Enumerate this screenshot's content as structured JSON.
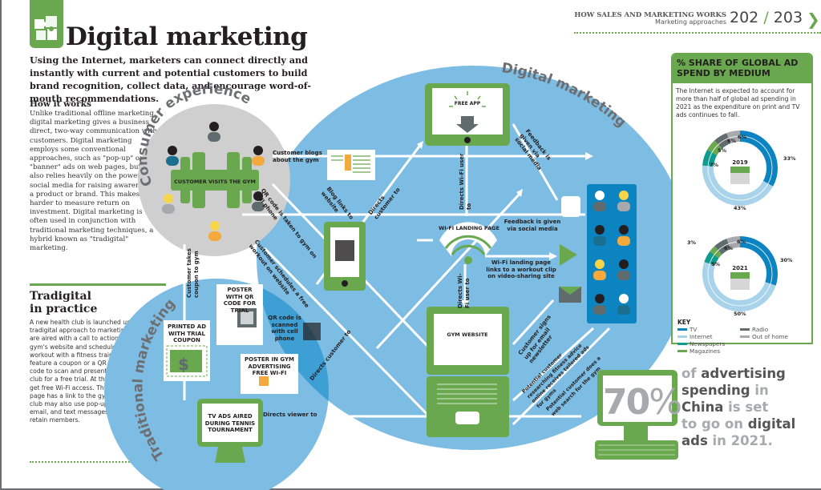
{
  "header": {
    "section": "HOW SALES AND MARKETING WORKS",
    "subsection": "Marketing approaches",
    "page_left": "202",
    "slash": "/",
    "page_right": "203",
    "chevron": "❯❯"
  },
  "page": {
    "title": "Digital marketing",
    "icon": "puzzle-icon",
    "intro": "Using the Internet, marketers can connect directly and instantly with current and potential customers to build brand recognition, collect data, and encourage word-of-mouth recommendations."
  },
  "how_it_works": {
    "heading": "How it works",
    "body": "Unlike traditional offline marketing, digital marketing gives a business direct, two-way communication with customers. Digital marketing employs some conventional approaches, such as \"pop-up\" or \"banner\" ads on web pages, but it also relies heavily on the power of social media for raising awareness of a product or brand. This makes it harder to measure return on investment. Digital marketing is often used in conjunction with traditional marketing techniques, a hybrid known as \"tradigital\" marketing."
  },
  "tradigital": {
    "heading_line1": "Tradigital",
    "heading_line2": "in practice",
    "body": "A new health club is launched using a tradigital approach to marketing. TV ads are aired with a call to action to visit the gym's website and schedule a free workout with a fitness trainer. Print ads feature a coupon or a QR (quick response) code to scan and present at the health club for a free trial. At the club, members get free Wi-Fi access. The Wi-Fi landing page has a link to the gym's free app. The club may also use pop-up ads, podcasts, email, and text messages to attract or retain members."
  },
  "diagram": {
    "circle_labels": {
      "consumer": "Consumer experience",
      "digital": "Digital marketing",
      "traditional": "Traditional marketing"
    },
    "colors": {
      "digital_blue": "#7dbde3",
      "overlap_blue": "#3d9fd3",
      "consumer_grey": "#cfcfcf",
      "green": "#6aa84f",
      "dark_slate": "#5f6b6d",
      "orange": "#f4a93c",
      "teal": "#1a6e8e"
    },
    "center": "CUSTOMER VISITS THE GYM",
    "nodes": {
      "free_app": "FREE APP",
      "wifi_landing": "WI-FI LANDING PAGE",
      "gym_website": "GYM WEBSITE",
      "printed_ad": "PRINTED AD WITH TRIAL COUPON",
      "poster_qr": "POSTER WITH QR CODE FOR TRIAL",
      "poster_gym": "POSTER IN GYM ADVERTISING FREE WI-FI",
      "tv_ads": "TV ADS AIRED DURING TENNIS TOURNAMENT"
    },
    "arrows": {
      "customer_blogs": "Customer blogs about the gym",
      "qr_taken": "QR code is taken to gym on cell phone",
      "blog_links": "Blog links to website",
      "directs_customer_1": "Directs customer to",
      "directs_wifi_app": "Directs Wi-Fi user to",
      "feedback_1": "Feedback is given via social media",
      "feedback_2": "Feedback is given via social media",
      "wifi_video": "Wi-Fi landing page links to a workout clip on video-sharing site",
      "directs_wifi_web": "Directs Wi-Fi user to",
      "customer_schedules": "Customer schedules a free workout on website",
      "coupon_to_gym": "Customer takes coupon to gym",
      "qr_scanned": "QR code is scanned with cell phone",
      "directs_customer_2": "Directs customer to",
      "directs_viewer": "Directs viewer to",
      "email_signup": "Customer signs up for email newsletter",
      "tailored_ads": "Potential customer researching fitness advice online receives tailored ads for gyms",
      "web_search": "Potential customer does a web search for the gym"
    }
  },
  "sidebar": {
    "title": "% SHARE OF GLOBAL AD SPEND BY MEDIUM",
    "text": "The Internet is expected to account for more than half of global ad spending in 2021 as the expenditure on print and TV ads continues to fall.",
    "key_title": "KEY",
    "key": [
      {
        "label": "TV",
        "color": "#0b84c1"
      },
      {
        "label": "Radio",
        "color": "#5f6b6d"
      },
      {
        "label": "Internet",
        "color": "#a9d3ea"
      },
      {
        "label": "Out of home",
        "color": "#a7a9ac"
      },
      {
        "label": "Newspapers",
        "color": "#0f9b8e"
      },
      {
        "label": "Magazines",
        "color": "#6aa84f"
      }
    ]
  },
  "chart_data": [
    {
      "type": "pie",
      "title": "2019",
      "categories": [
        "TV",
        "Internet",
        "Newspapers",
        "Magazines",
        "Radio",
        "Out of home"
      ],
      "values": [
        33,
        43,
        7,
        5,
        6,
        6
      ],
      "labels": [
        "33%",
        "43%",
        "7%",
        "5%",
        "6%",
        "6%"
      ]
    },
    {
      "type": "pie",
      "title": "2021",
      "categories": [
        "TV",
        "Internet",
        "Newspapers",
        "Magazines",
        "Radio",
        "Out of home"
      ],
      "values": [
        30,
        50,
        5,
        3,
        6,
        6
      ],
      "labels": [
        "30%",
        "50%",
        "5%",
        "3%",
        "6%",
        "6%"
      ]
    }
  ],
  "callout": {
    "big_number": "70",
    "percent": "%",
    "t1": "of ",
    "t2": "advertising",
    "t3": "spending",
    "t4": " in",
    "t5": "China",
    "t6": " is set",
    "t7": "to go on ",
    "t8": "digital",
    "t9": "ads",
    "t10": " in 2021."
  }
}
